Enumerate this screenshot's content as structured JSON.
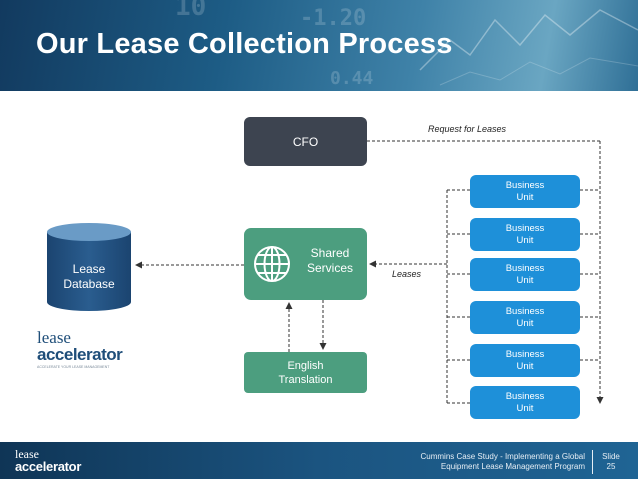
{
  "title": "Our Lease Collection Process",
  "header_ticker": [
    "-1.20",
    "0.44",
    "10"
  ],
  "nodes": {
    "cfo": "CFO",
    "shared_line1": "Shared",
    "shared_line2": "Services",
    "english_line1": "English",
    "english_line2": "Translation",
    "db_line1": "Lease",
    "db_line2": "Database"
  },
  "business_units": [
    {
      "line1": "Business",
      "line2": "Unit"
    },
    {
      "line1": "Business",
      "line2": "Unit"
    },
    {
      "line1": "Business",
      "line2": "Unit"
    },
    {
      "line1": "Business",
      "line2": "Unit"
    },
    {
      "line1": "Business",
      "line2": "Unit"
    },
    {
      "line1": "Business",
      "line2": "Unit"
    }
  ],
  "annotations": {
    "request": "Request for Leases",
    "leases": "Leases"
  },
  "logo": {
    "top": "lease",
    "bottom": "accelerator",
    "tagline": "ACCELERATE YOUR LEASE MANAGEMENT"
  },
  "footer": {
    "line1": "Cummins Case Study - Implementing a Global",
    "line2": "Equipment Lease Management Program",
    "slide_label": "Slide",
    "slide_number": "25"
  },
  "colors": {
    "cfo": "#3d4450",
    "shared": "#4c9e7f",
    "business_unit": "#1e90d9",
    "database": "#1f4e79"
  }
}
